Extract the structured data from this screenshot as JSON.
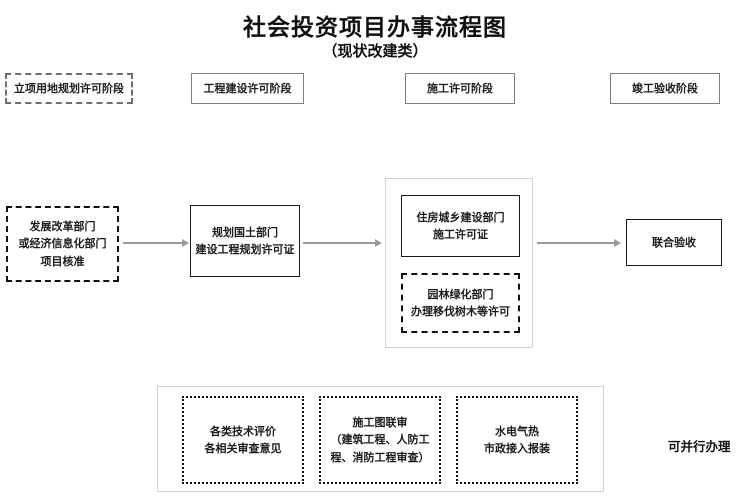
{
  "header": {
    "title": "社会投资项目办事流程图",
    "subtitle": "（现状改建类）"
  },
  "stages": [
    {
      "label": "立项用地规划许可阶段",
      "style": "dashed"
    },
    {
      "label": "工程建设许可阶段",
      "style": "solid"
    },
    {
      "label": "施工许可阶段",
      "style": "solid"
    },
    {
      "label": "竣工验收阶段",
      "style": "solid"
    }
  ],
  "flow": {
    "step1": {
      "style": "dashed",
      "lines": [
        "发展改革部门",
        "或经济信息化部门",
        "项目核准"
      ]
    },
    "step2": {
      "style": "solid",
      "lines": [
        "规划国土部门",
        "建设工程规划许可证"
      ]
    },
    "step3": {
      "group": true,
      "boxes": [
        {
          "style": "solid",
          "lines": [
            "住房城乡建设部门",
            "施工许可证"
          ]
        },
        {
          "style": "dashed",
          "lines": [
            "园林绿化部门",
            "办理移伐树木等许可"
          ]
        }
      ]
    },
    "step4": {
      "style": "solid",
      "lines": [
        "联合验收"
      ]
    }
  },
  "parallel": {
    "boxes": [
      {
        "style": "dotted",
        "lines": [
          "各类技术评价",
          "各相关审查意见"
        ]
      },
      {
        "style": "dotted",
        "lines": [
          "施工图联审",
          "（建筑工程、人防工",
          "程、消防工程审查）"
        ]
      },
      {
        "style": "dotted",
        "lines": [
          "水电气热",
          "市政接入报装"
        ]
      }
    ],
    "note": "可并行办理"
  },
  "colors": {
    "connector": "#9a9a9a",
    "box_border": "#1a1a1a",
    "group_border": "#d2d2d2",
    "text": "#1a1a1a"
  }
}
